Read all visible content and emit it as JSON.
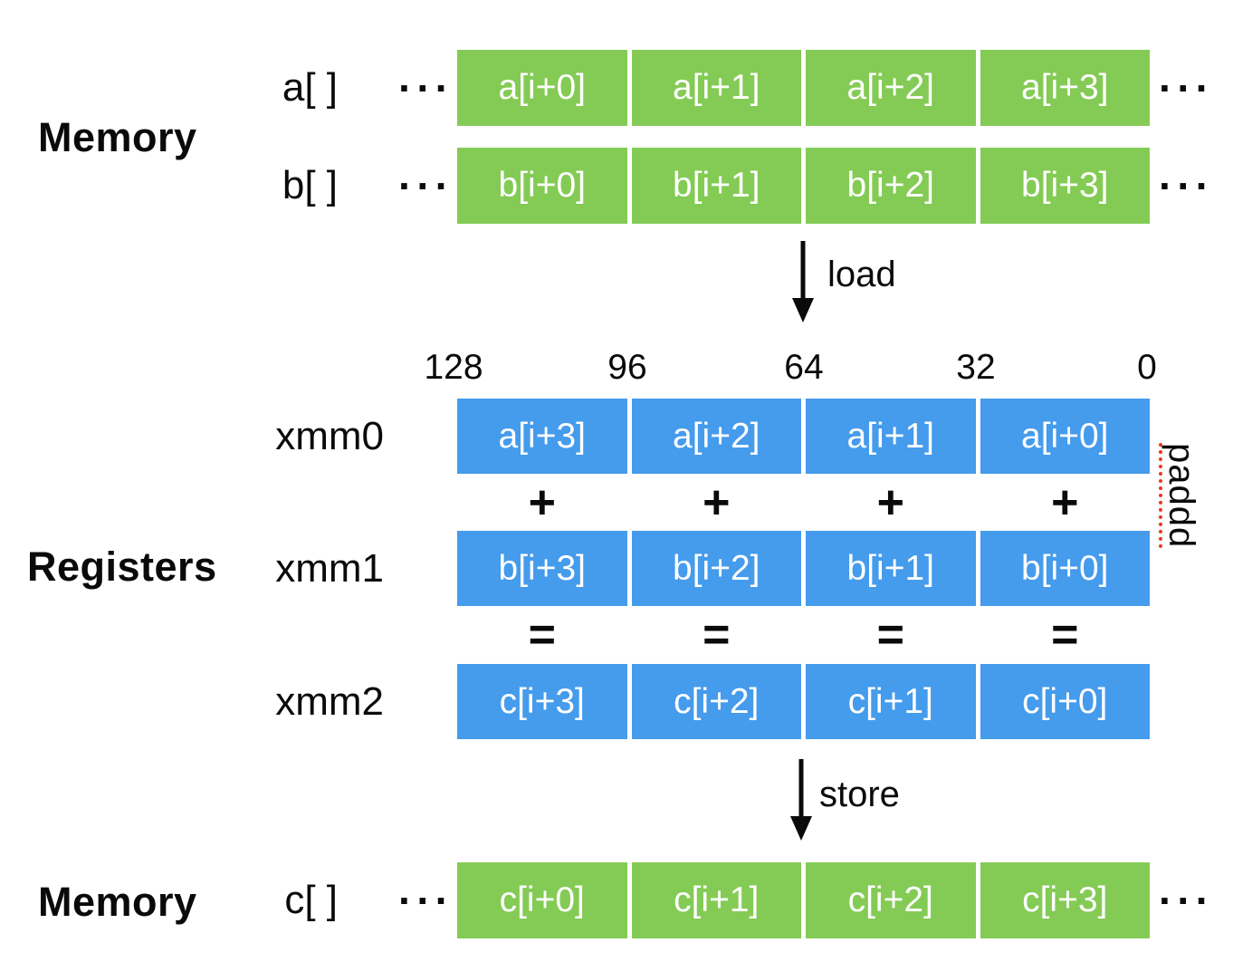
{
  "diagram": {
    "memory_top": {
      "label": "Memory",
      "row_a": {
        "label": "a[ ]",
        "cells": [
          "a[i+0]",
          "a[i+1]",
          "a[i+2]",
          "a[i+3]"
        ]
      },
      "row_b": {
        "label": "b[ ]",
        "cells": [
          "b[i+0]",
          "b[i+1]",
          "b[i+2]",
          "b[i+3]"
        ]
      }
    },
    "load": {
      "label": "load"
    },
    "registers": {
      "label": "Registers",
      "bit_positions": [
        "128",
        "96",
        "64",
        "32",
        "0"
      ],
      "xmm0": {
        "label": "xmm0",
        "cells": [
          "a[i+3]",
          "a[i+2]",
          "a[i+1]",
          "a[i+0]"
        ]
      },
      "xmm1": {
        "label": "xmm1",
        "cells": [
          "b[i+3]",
          "b[i+2]",
          "b[i+1]",
          "b[i+0]"
        ]
      },
      "xmm2": {
        "label": "xmm2",
        "cells": [
          "c[i+3]",
          "c[i+2]",
          "c[i+1]",
          "c[i+0]"
        ]
      },
      "plus_operator": "+",
      "equals_operator": "=",
      "instruction": "paddd"
    },
    "store": {
      "label": "store"
    },
    "memory_bottom": {
      "label": "Memory",
      "row_c": {
        "label": "c[ ]",
        "cells": [
          "c[i+0]",
          "c[i+1]",
          "c[i+2]",
          "c[i+3]"
        ]
      }
    },
    "ellipsis": "···"
  },
  "colors": {
    "memory_cell_green": "#84cb55",
    "register_cell_blue": "#459bec",
    "instruction_line_red": "#ee3524",
    "text_dark": "#0a0a0a",
    "cell_text_white": "#ffffff"
  }
}
